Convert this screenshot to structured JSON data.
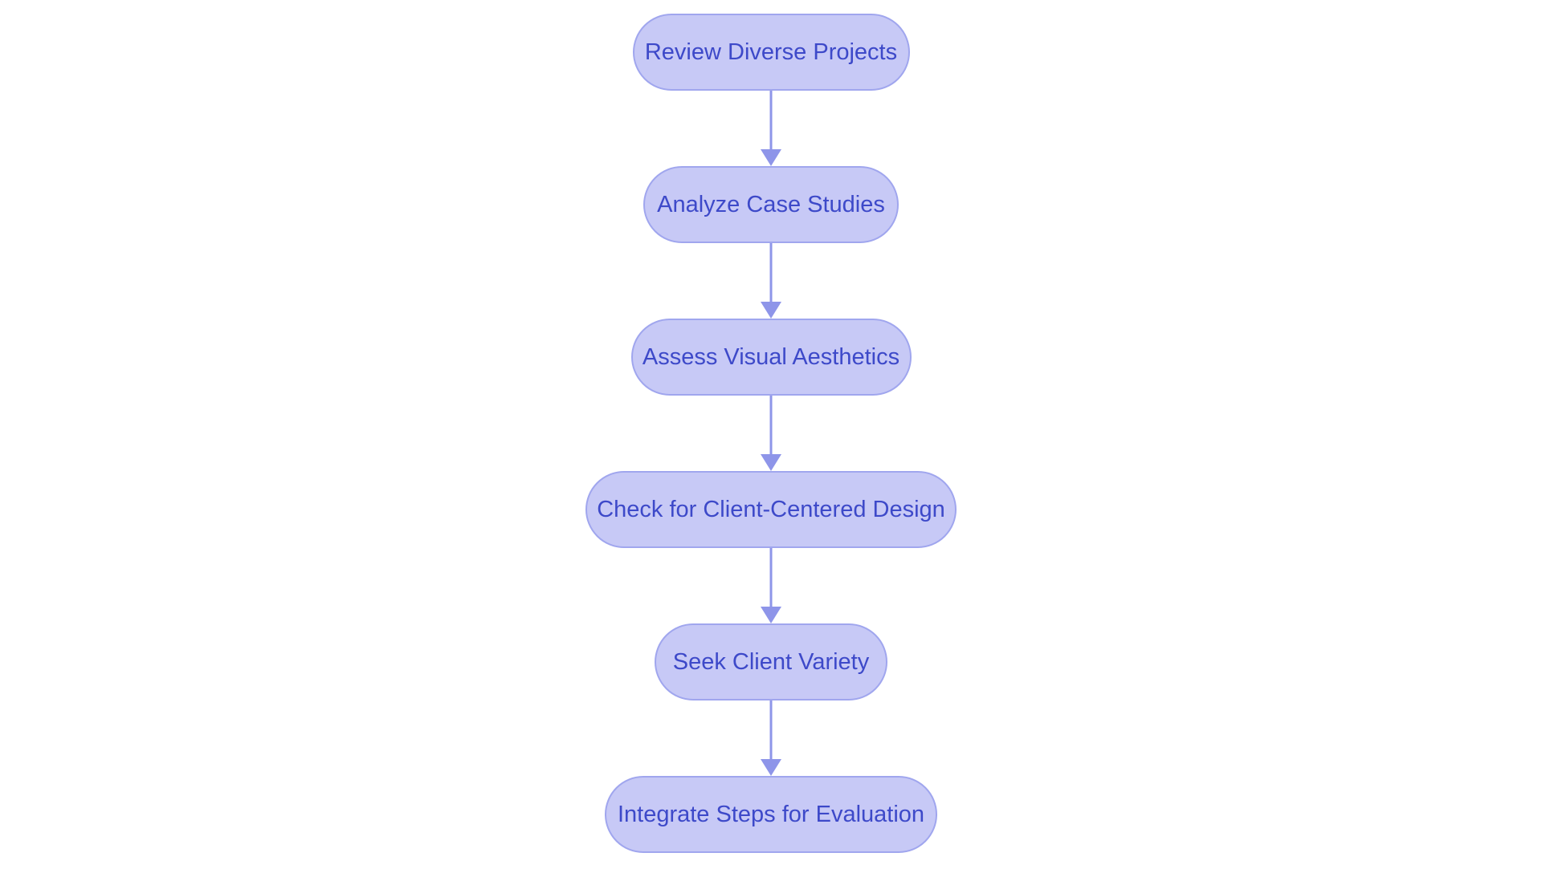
{
  "flowchart": {
    "type": "vertical-flowchart",
    "direction": "top-to-bottom",
    "nodes": [
      {
        "id": 0,
        "label": "Review Diverse Projects"
      },
      {
        "id": 1,
        "label": "Analyze Case Studies"
      },
      {
        "id": 2,
        "label": "Assess Visual Aesthetics"
      },
      {
        "id": 3,
        "label": "Check for Client-Centered Design"
      },
      {
        "id": 4,
        "label": "Seek Client Variety"
      },
      {
        "id": 5,
        "label": "Integrate Steps for Evaluation"
      }
    ],
    "edges": [
      {
        "from": 0,
        "to": 1
      },
      {
        "from": 1,
        "to": 2
      },
      {
        "from": 2,
        "to": 3
      },
      {
        "from": 3,
        "to": 4
      },
      {
        "from": 4,
        "to": 5
      }
    ]
  },
  "colors": {
    "background": "#ffffff",
    "node_fill": "#c7c9f6",
    "node_border": "#a0a6ee",
    "node_text": "#3d49c9",
    "arrow": "#8e95e9"
  }
}
